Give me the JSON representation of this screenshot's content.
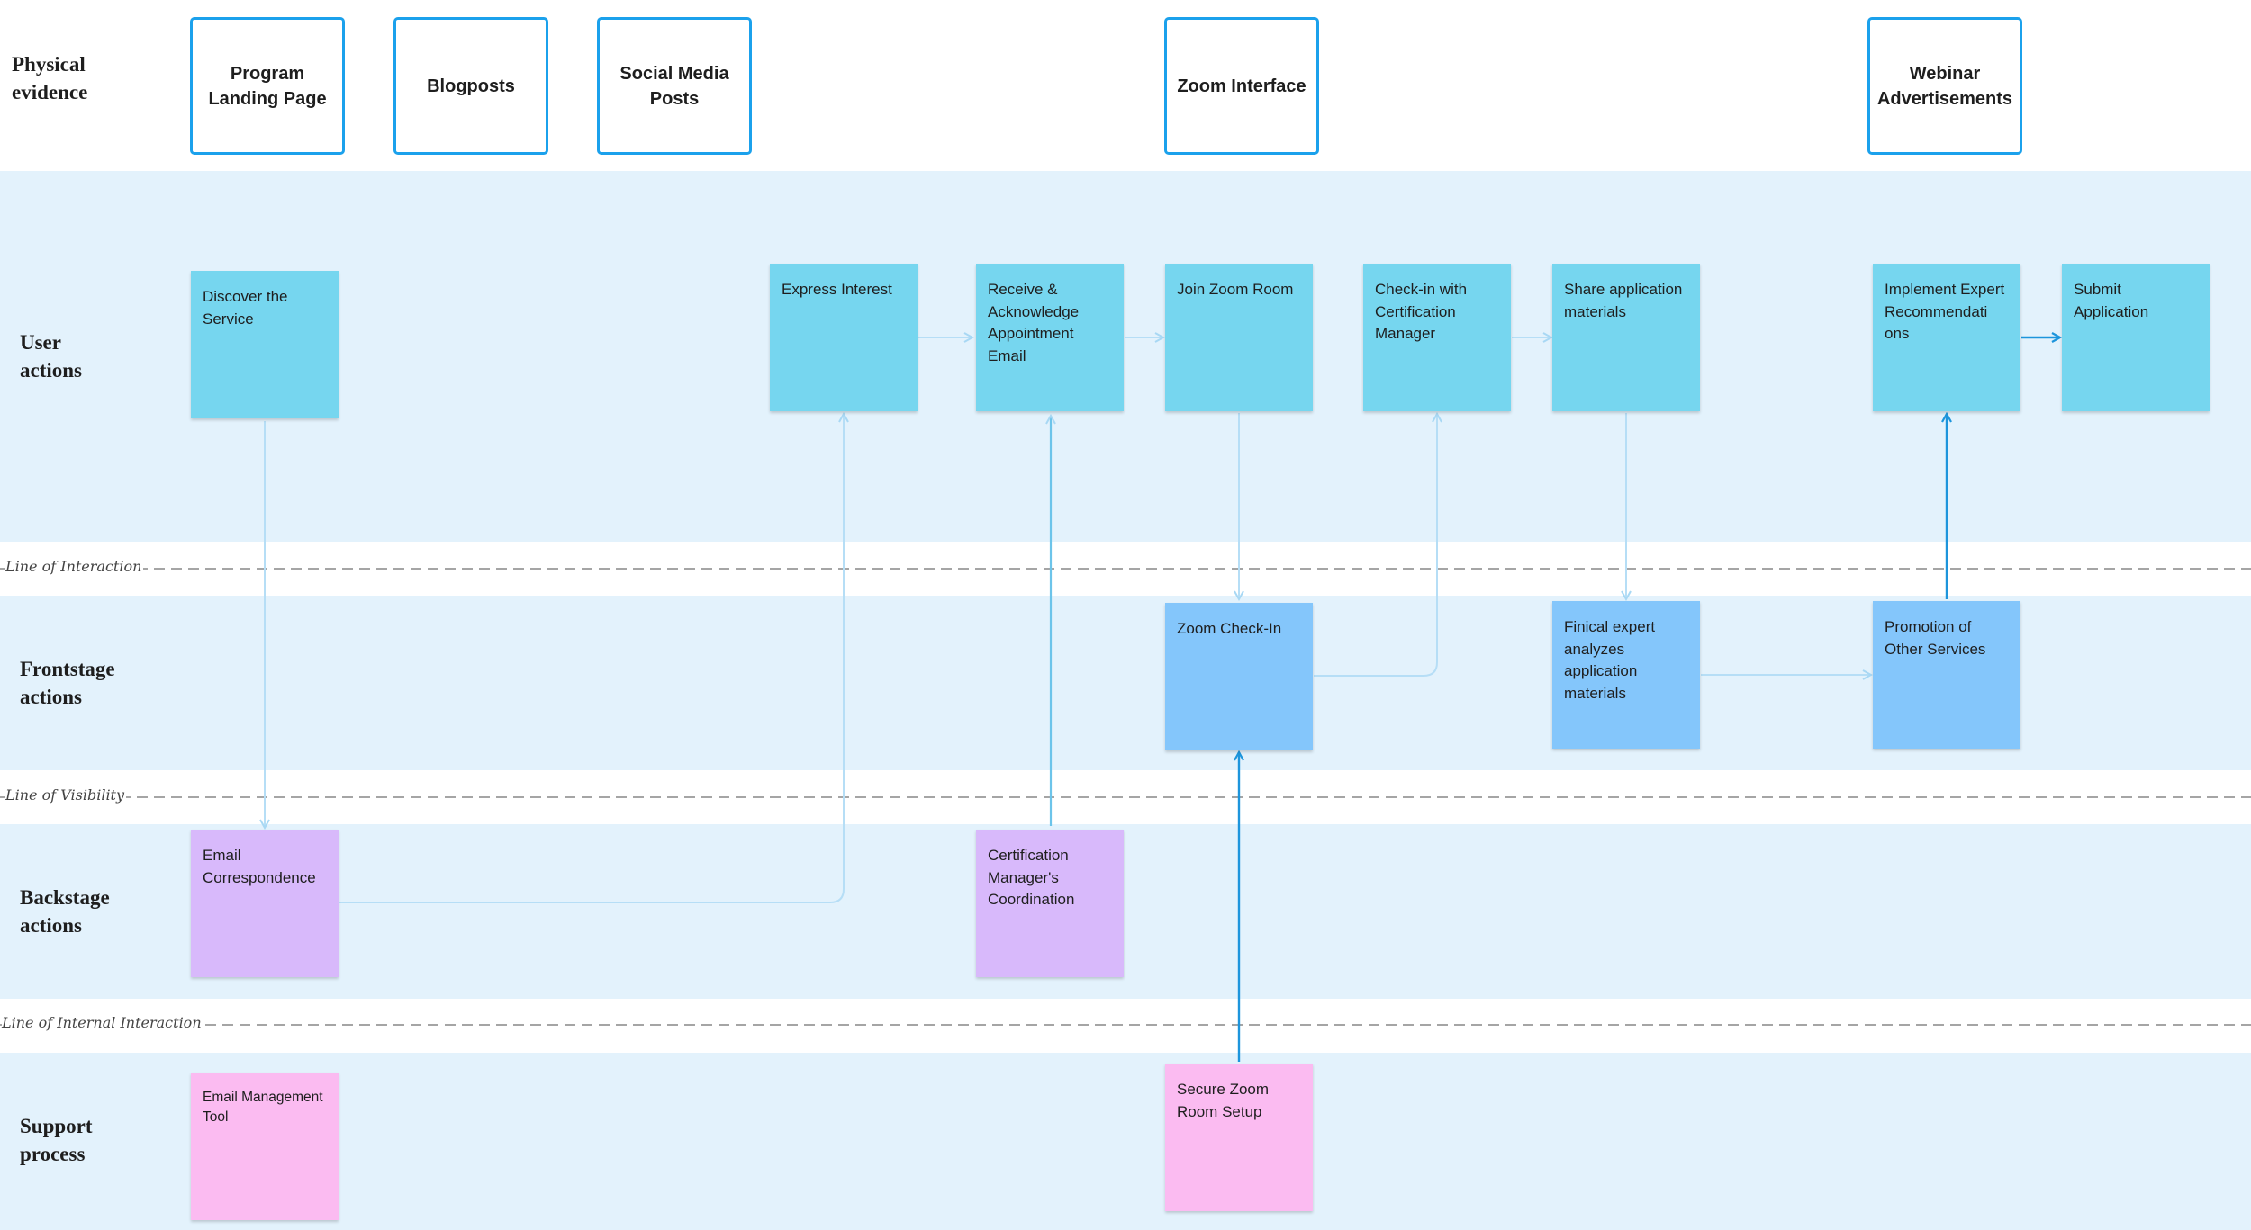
{
  "colors": {
    "lane_background": "#e3f2fc",
    "evidence_border": "#1ba1ec",
    "user_action": "#76d6ef",
    "frontstage_action": "#84c6fb",
    "backstage_action": "#d8b9fb",
    "support_process": "#fbbbf1",
    "connector_light": "#b6def6",
    "connector_strong": "#1d95dc",
    "divider": "#a5a5a5"
  },
  "lanes": {
    "physical_evidence": "Physical evidence",
    "user_actions": "User actions",
    "frontstage_actions": "Frontstage actions",
    "backstage_actions": "Backstage actions",
    "support_process": "Support process"
  },
  "dividers": {
    "interaction": "Line of Interaction",
    "visibility": "Line of Visibility",
    "internal_interaction": "Line of Internal Interaction"
  },
  "evidence": {
    "program_landing_page": "Program Landing Page",
    "blogposts": "Blogposts",
    "social_media_posts": "Social Media Posts",
    "zoom_interface": "Zoom Interface",
    "webinar_advertisements": "Webinar Advertisements"
  },
  "user_actions": {
    "discover_service": "Discover the Service",
    "express_interest": "Express Interest",
    "receive_acknowledge": "Receive & Acknowledge Appointment Email",
    "join_zoom_room": "Join Zoom Room",
    "check_in_manager": "Check-in with Certification Manager",
    "share_materials": "Share application materials",
    "implement_recommendations": "Implement Expert Recommendati ons",
    "submit_application": "Submit Application"
  },
  "frontstage_actions": {
    "zoom_check_in": "Zoom Check-In",
    "expert_analyzes": "Finical expert analyzes application materials",
    "promotion_services": "Promotion of Other Services"
  },
  "backstage_actions": {
    "email_correspondence": "Email Correspondence",
    "manager_coordination": "Certification Manager's Coordination"
  },
  "support_process": {
    "email_management_tool": "Email Management Tool",
    "secure_zoom_setup": "Secure Zoom Room Setup"
  }
}
